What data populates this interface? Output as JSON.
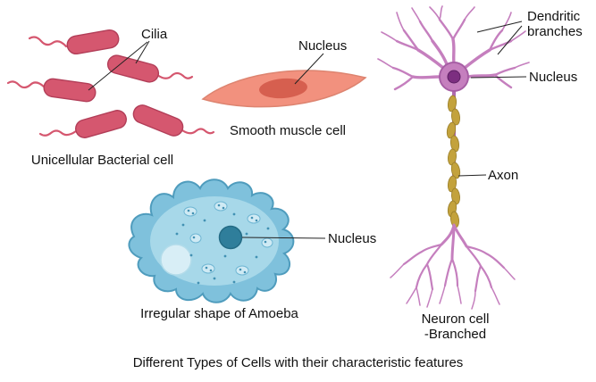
{
  "title": "Different Types of Cells with their characteristic features",
  "labels": {
    "cilia": "Cilia",
    "muscle_nucleus": "Nucleus",
    "amoeba_nucleus": "Nucleus",
    "dendritic_branches": "Dendritic branches",
    "neuron_nucleus": "Nucleus",
    "axon": "Axon"
  },
  "captions": {
    "bacteria": "Unicellular Bacterial cell",
    "muscle": "Smooth muscle cell",
    "amoeba": "Irregular shape of Amoeba",
    "neuron_line1": "Neuron cell",
    "neuron_line2": "-Branched"
  },
  "colors": {
    "bacteria": "#d5576f",
    "muscle": "#f2917e",
    "muscle_nucleus": "#d65f4f",
    "amoeba_body": "#7fc1dc",
    "amoeba_inner": "#a7d8e9",
    "amoeba_nucleus": "#2f7e9b",
    "neuron": "#c57fbe",
    "neuron_nucleus": "#7c2e80",
    "myelin": "#c3a23c"
  }
}
